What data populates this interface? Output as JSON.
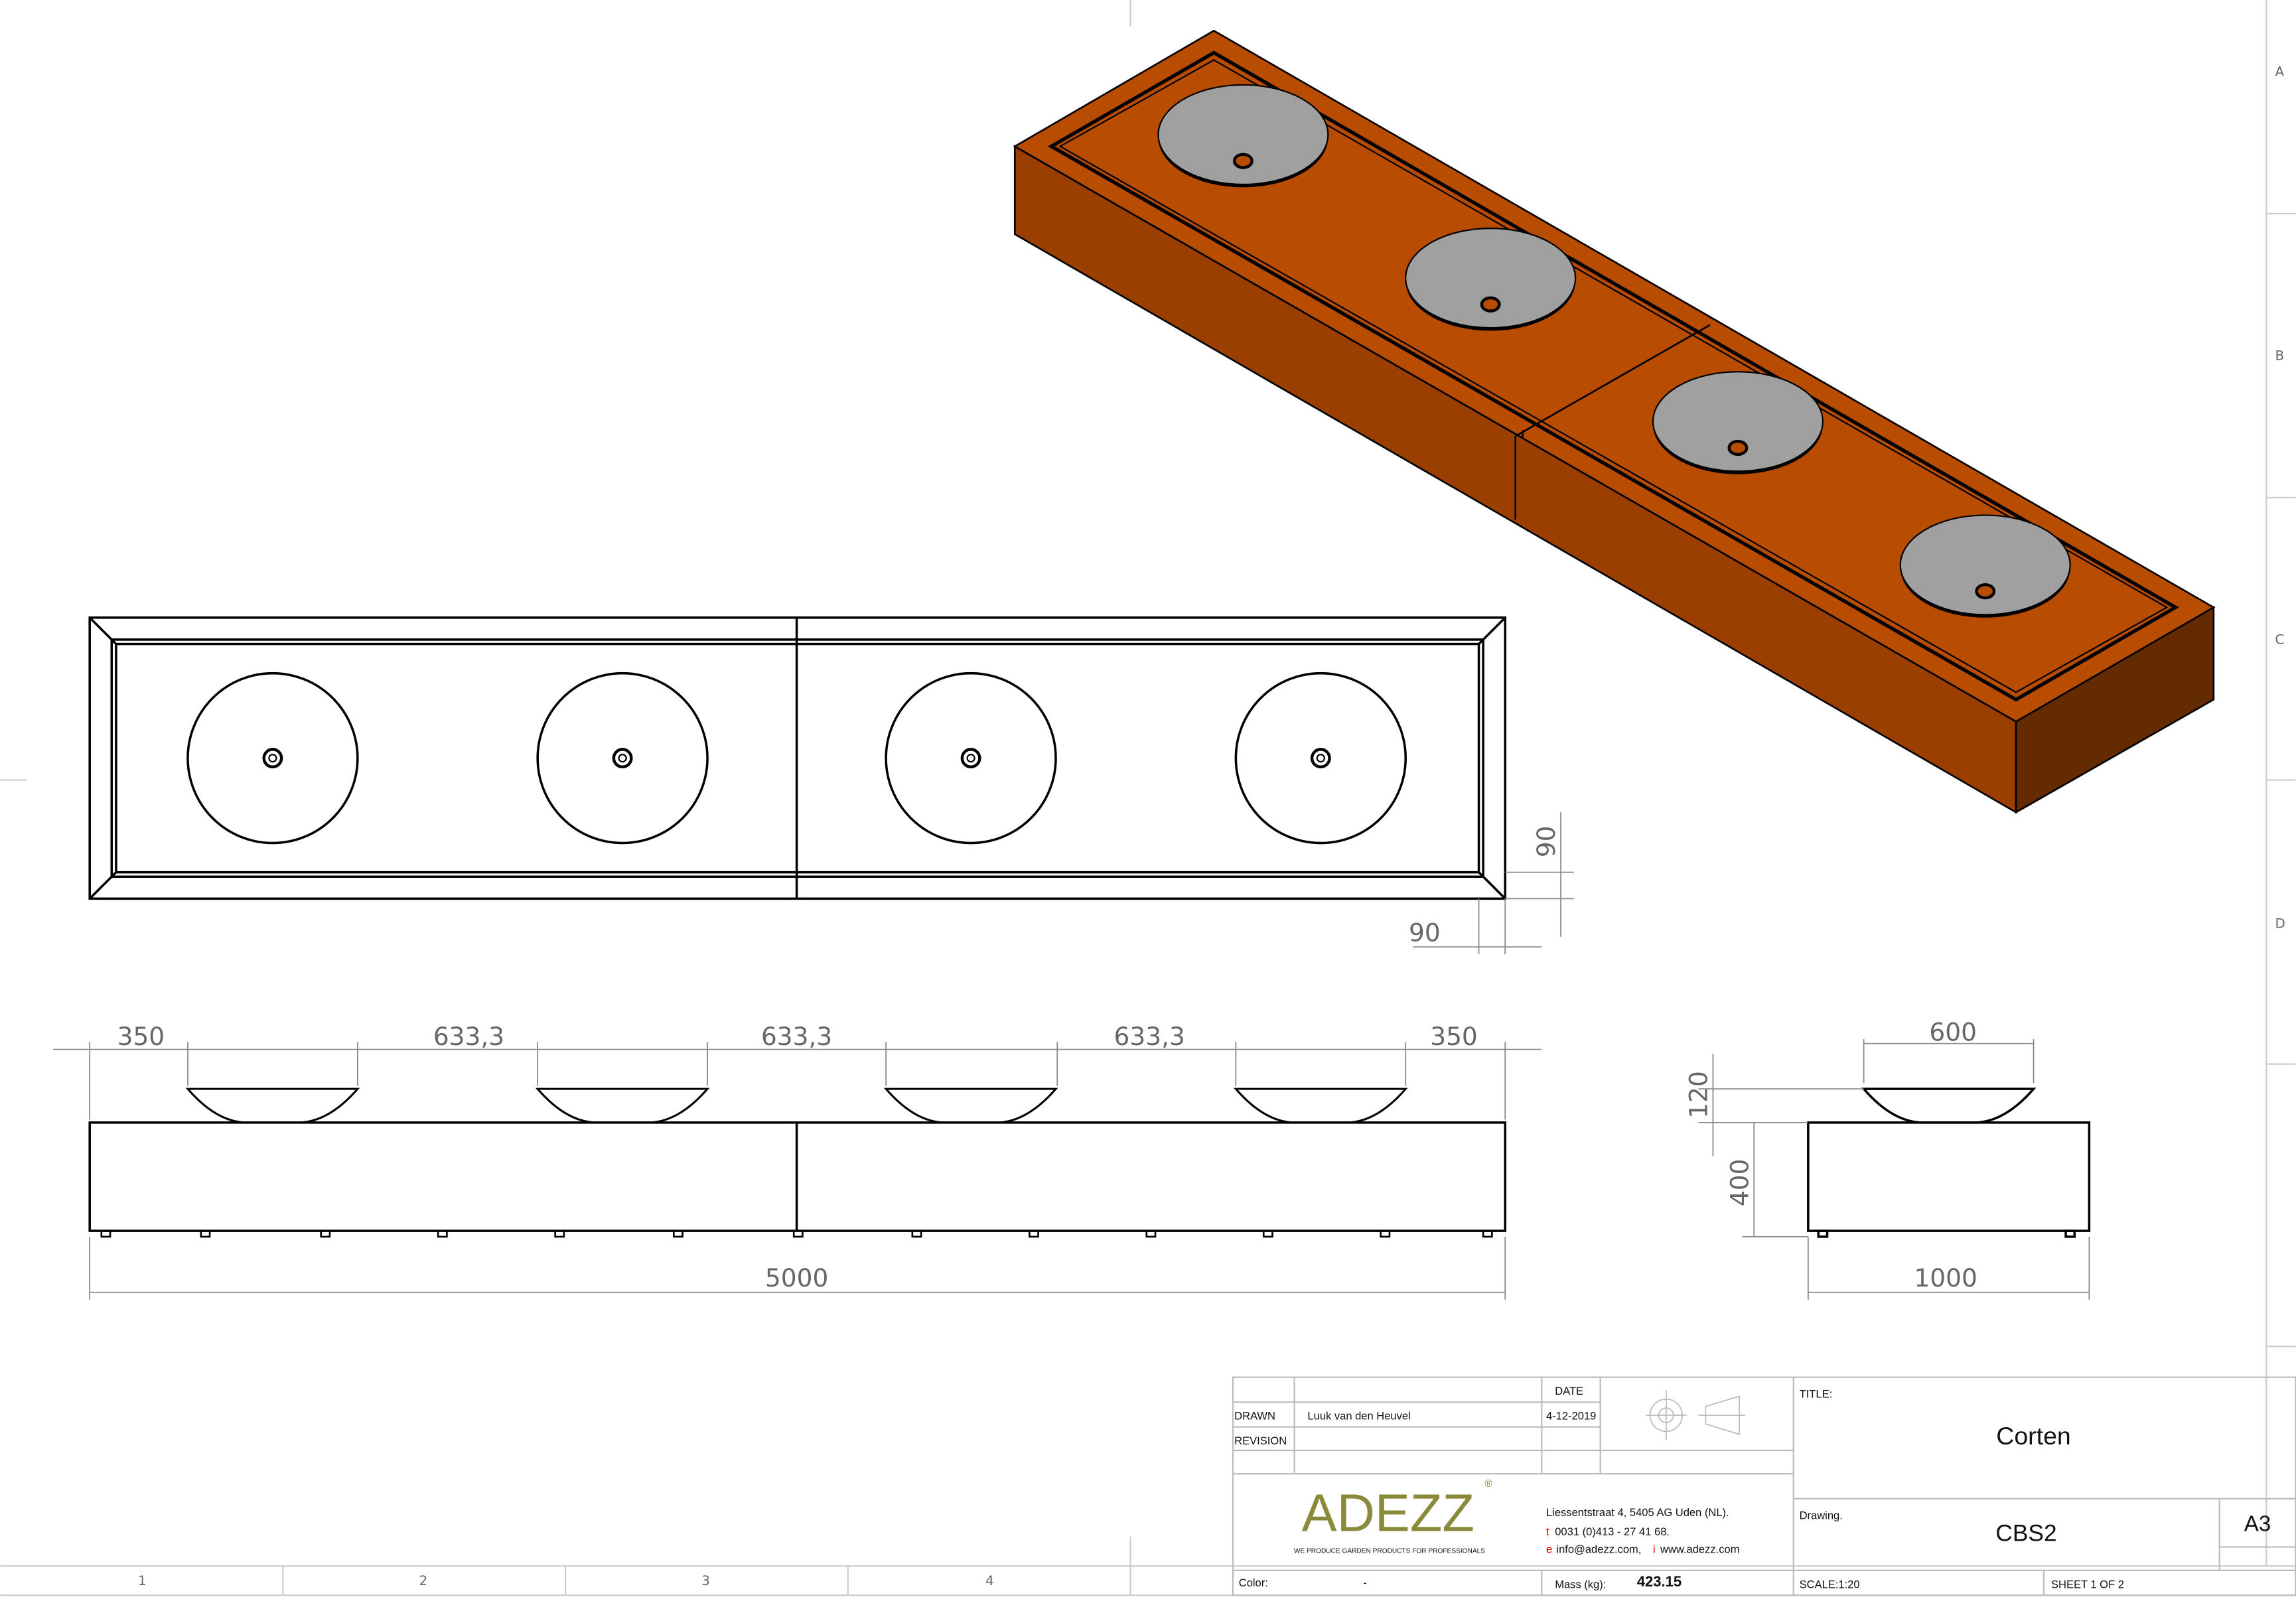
{
  "colors": {
    "corten_top": "#b84c00",
    "corten_side": "#9a3f00",
    "corten_end": "#642a00",
    "bowl": "#9e9e9e",
    "logo": "#8a8a3a",
    "accent_red": "#e00000"
  },
  "border": {
    "rows": [
      "A",
      "B",
      "C",
      "D"
    ],
    "columns": [
      "1",
      "2",
      "3",
      "4"
    ]
  },
  "dimensions": {
    "top_view": {
      "edge_vertical": "90",
      "edge_horizontal": "90"
    },
    "front_view": {
      "spacing": [
        "350",
        "633,3",
        "633,3",
        "633,3",
        "350"
      ],
      "length": "5000"
    },
    "side_view": {
      "bowl_diameter": "600",
      "bowl_height": "120",
      "body_height": "400",
      "width": "1000"
    }
  },
  "title_block": {
    "date_label": "DATE",
    "drawn_label": "DRAWN",
    "drawn_by": "Luuk van den Heuvel",
    "date": "4-12-2019",
    "revision_label": "REVISION",
    "title_label": "TITLE:",
    "title": "Corten",
    "logo": "ADEZZ",
    "tagline": "WE PRODUCE GARDEN PRODUCTS FOR PROFESSIONALS",
    "address": "Liessentstraat 4, 5405 AG Uden (NL).",
    "phone_prefix": "t",
    "phone": "0031 (0)413 - 27 41 68.",
    "email_prefix": "e",
    "email": "info@adezz.com,",
    "web_prefix": "i",
    "web": "www.adezz.com",
    "drawing_label": "Drawing.",
    "drawing": "CBS2",
    "size": "A3",
    "color_label": "Color:",
    "color_value": "-",
    "mass_label": "Mass (kg):",
    "mass": "423.15",
    "scale": "SCALE:1:20",
    "sheet": "SHEET 1 OF 2"
  }
}
